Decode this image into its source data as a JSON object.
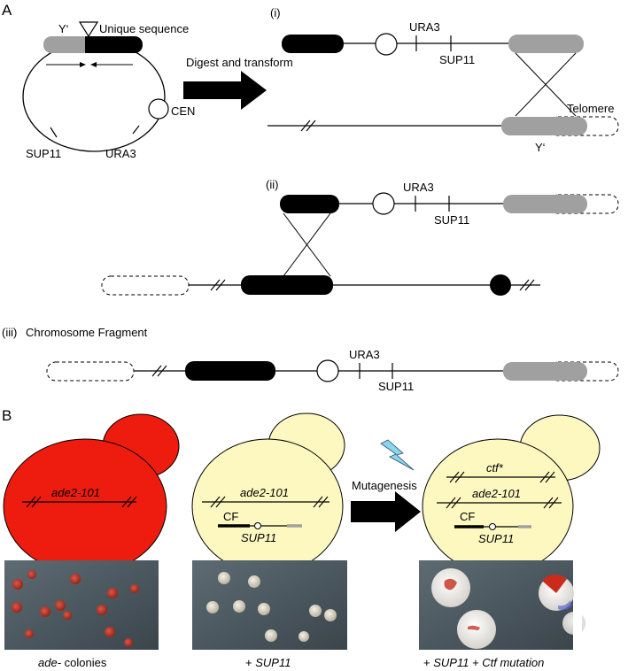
{
  "panel_a": {
    "letter": "A",
    "plasmid": {
      "y_prime": "Y‘",
      "unique_sequence": "Unique sequence",
      "cen": "CEN",
      "sup11": "SUP11",
      "ura3": "URA3"
    },
    "arrow_label": "Digest and transform",
    "step_i": {
      "numeral": "(i)",
      "ura3": "URA3",
      "sup11": "SUP11",
      "telomere": "Telomere",
      "y_prime": "Y‘"
    },
    "step_ii": {
      "numeral": "(ii)",
      "ura3": "URA3",
      "sup11": "SUP11"
    },
    "step_iii": {
      "numeral": "(iii)",
      "title": "Chromosome Fragment",
      "ura3": "URA3",
      "sup11": "SUP11"
    }
  },
  "panel_b": {
    "letter": "B",
    "cell1": {
      "gene": "ade2-101",
      "color": "#ee1c0f"
    },
    "cell2": {
      "gene": "ade2-101",
      "cf": "CF",
      "sup11": "SUP11",
      "color": "#fdf8c0"
    },
    "mutagenesis": "Mutagenesis",
    "cell3": {
      "ctf": "ctf*",
      "gene": "ade2-101",
      "cf": "CF",
      "sup11": "SUP11",
      "color": "#fdf8c0"
    },
    "photo1": {
      "caption_italic": "ade-",
      "caption_rest": " colonies"
    },
    "photo2": {
      "caption_prefix": "+ ",
      "caption_italic": "SUP11"
    },
    "photo3": {
      "caption_prefix": "+ ",
      "caption_italic": "SUP11 + Ctf mutation"
    }
  }
}
